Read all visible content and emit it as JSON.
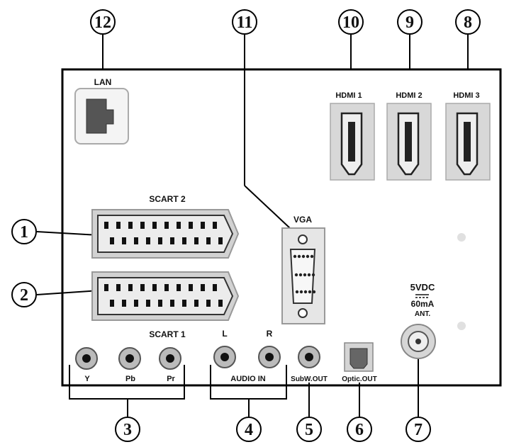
{
  "callouts": {
    "c1": "1",
    "c2": "2",
    "c3": "3",
    "c4": "4",
    "c5": "5",
    "c6": "6",
    "c7": "7",
    "c8": "8",
    "c9": "9",
    "c10": "10",
    "c11": "11",
    "c12": "12"
  },
  "ports": {
    "lan": "LAN",
    "hdmi1": "HDMI 1",
    "hdmi2": "HDMI 2",
    "hdmi3": "HDMI 3",
    "scart2": "SCART 2",
    "scart1": "SCART 1",
    "vga": "VGA",
    "y": "Y",
    "pb": "Pb",
    "pr": "Pr",
    "audio_l": "L",
    "audio_r": "R",
    "audio_in": "AUDIO IN",
    "subw_out": "SubW.OUT",
    "optic_out": "Optic.OUT",
    "ant_voltage": "5VDC",
    "ant_current": "60mA",
    "ant": "ANT."
  }
}
